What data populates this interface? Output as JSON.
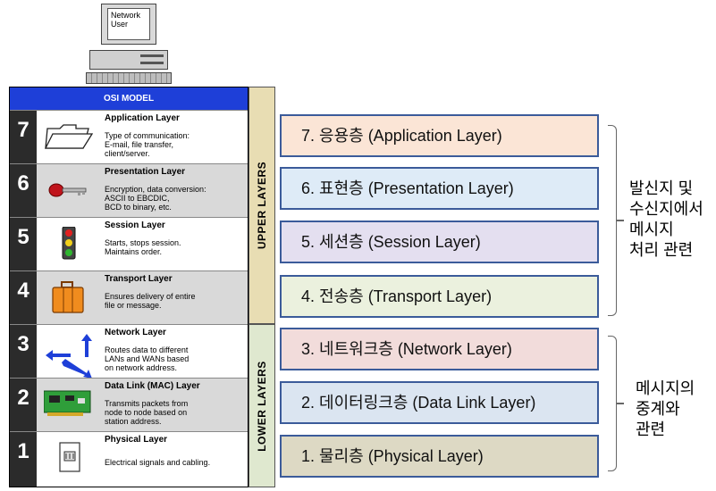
{
  "computer": {
    "screen_text": "Network\nUser"
  },
  "osi": {
    "header": "OSI MODEL",
    "layers": [
      {
        "num": "7",
        "title": "Application Layer",
        "desc": "Type of communication:\nE-mail, file transfer,\nclient/server.",
        "icon": "folder-icon"
      },
      {
        "num": "6",
        "title": "Presentation Layer",
        "desc": "Encryption, data conversion:\nASCII to EBCDIC,\nBCD to binary, etc.",
        "icon": "key-icon"
      },
      {
        "num": "5",
        "title": "Session Layer",
        "desc": "Starts, stops session.\nMaintains order.",
        "icon": "traffic-light-icon"
      },
      {
        "num": "4",
        "title": "Transport Layer",
        "desc": "Ensures delivery of entire\nfile or message.",
        "icon": "suitcase-icon"
      },
      {
        "num": "3",
        "title": "Network Layer",
        "desc": "Routes data to different\nLANs and WANs based\non network address.",
        "icon": "routing-arrows-icon"
      },
      {
        "num": "2",
        "title": "Data Link (MAC) Layer",
        "desc": "Transmits packets from\nnode to node based on\nstation address.",
        "icon": "network-card-icon"
      },
      {
        "num": "1",
        "title": "Physical Layer",
        "desc": "Electrical signals and cabling.",
        "icon": "network-port-icon"
      }
    ],
    "upper_label": "UPPER LAYERS",
    "lower_label": "LOWER LAYERS"
  },
  "korean_layers": [
    {
      "label": "7. 응용층 (Application Layer)",
      "color": "#fbe5d6"
    },
    {
      "label": "6. 표현층 (Presentation Layer)",
      "color": "#deebf7"
    },
    {
      "label": "5. 세션층 (Session Layer)",
      "color": "#e4dff0"
    },
    {
      "label": "4. 전송층 (Transport Layer)",
      "color": "#ebf1de"
    },
    {
      "label": "3. 네트워크층 (Network Layer)",
      "color": "#f2dcdb"
    },
    {
      "label": "2. 데이터링크층 (Data Link Layer)",
      "color": "#dbe5f1"
    },
    {
      "label": "1. 물리층 (Physical Layer)",
      "color": "#ddd9c4"
    }
  ],
  "groups": {
    "upper_text": "발신지 및\n수신지에서\n메시지\n처리 관련",
    "lower_text": "메시지의\n중계와\n관련"
  },
  "colors": {
    "header_blue": "#1e3fd8",
    "box_border": "#3b5b9a",
    "upper_band": "#e8ddb3",
    "lower_band": "#dfe8cf"
  }
}
